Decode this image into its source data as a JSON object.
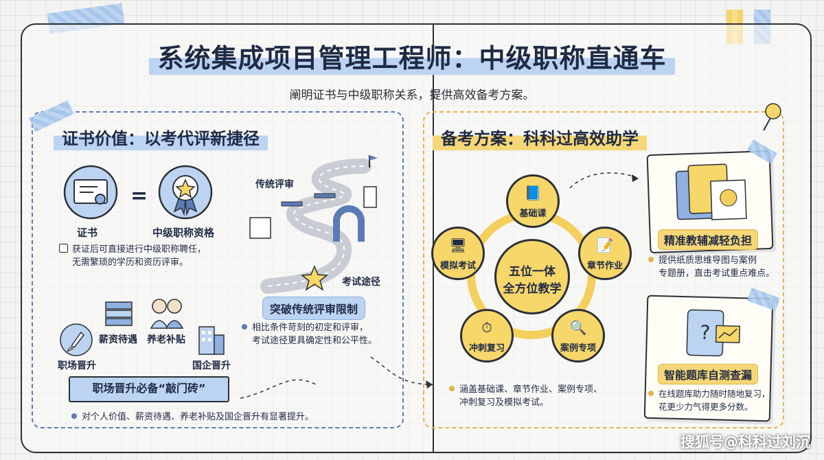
{
  "header": {
    "title": "系统集成项目管理工程师：中级职称直通车",
    "subtitle": "阐明证书与中级职称关系，提供高效备考方案。"
  },
  "left": {
    "section_title": "证书价值：以考代评新捷径",
    "certificate_label": "证书",
    "title_label": "中级职称资格",
    "cert_note": [
      "获证后可直接进行中级职称聘任，",
      "无需繁琐的学历和资历评审。"
    ],
    "road_traditional": "传统评审",
    "road_exam": "考试途径",
    "breakthrough_title": "突破传统评审限制",
    "breakthrough_note": [
      "相比条件苛刻的初定和评审，",
      "考试途径更具确定性和公平性。"
    ],
    "benefits": [
      "职场晋升",
      "薪资待遇",
      "养老补贴",
      "国企晋升"
    ],
    "ribbon": "职场晋升必备“敲门砖”",
    "bottom_note": "对个人价值、薪资待遇、养老补贴及国企晋升有显著提升。"
  },
  "right": {
    "section_title": "备考方案：科科过高效助学",
    "center": [
      "五位一体",
      "全方位教学"
    ],
    "nodes": [
      "基础课",
      "章节作业",
      "案例专项",
      "冲刺复习",
      "模拟考试"
    ],
    "nodes_note": [
      "涵盖基础课、章节作业、案例专项、",
      "冲刺复习及模拟考试。"
    ],
    "card1_title": "精准教辅减轻负担",
    "card1_note": [
      "提供纸质思维导图与案例",
      "专题册，直击考试重点难点。"
    ],
    "card2_title": "智能题库自测查漏",
    "card2_note": [
      "在线题库助力随时随地复习，",
      "花更少力气得更多分数。"
    ]
  },
  "watermark": "搜狐号@科科过刘沉",
  "colors": {
    "blue": "#bcd3f2",
    "yellow": "#f6d777",
    "ink": "#2b2f36"
  }
}
